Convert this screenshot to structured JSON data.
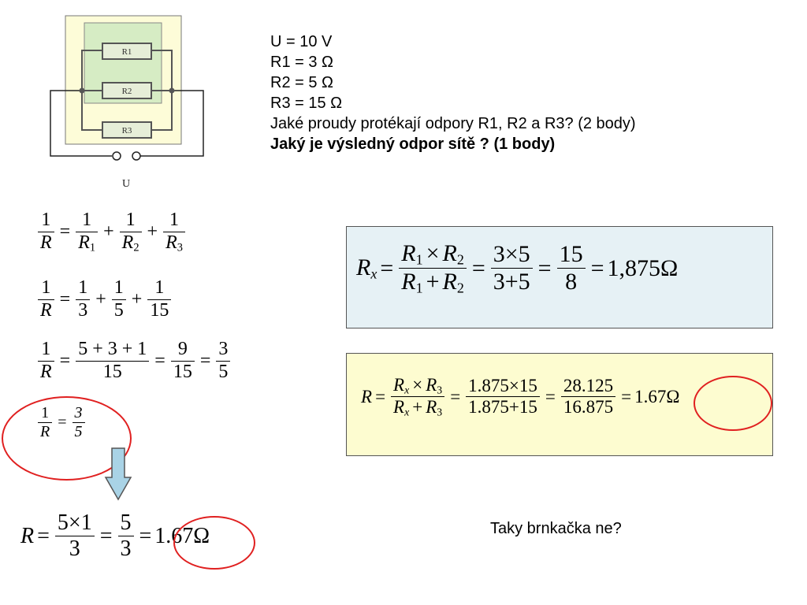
{
  "circuit": {
    "r1_label": "R1",
    "r2_label": "R2",
    "r3_label": "R3",
    "source_label": "U"
  },
  "problem": {
    "lines": [
      "U = 10 V",
      "R1 = 3 Ω",
      "R2 = 5 Ω",
      "R3 = 15 Ω",
      "Jaké proudy protékají odpory R1, R2 a R3? (2 body)"
    ],
    "bold_line": "Jaký je výsledný odpor sítě ? (1 body)"
  },
  "eq1": {
    "one": "1",
    "R": "R",
    "eq": "=",
    "plus": "+",
    "r1": "R",
    "s1": "1",
    "r2": "R",
    "s2": "2",
    "r3": "R",
    "s3": "3"
  },
  "eq2": {
    "one": "1",
    "R": "R",
    "eq": "=",
    "plus": "+",
    "d1": "3",
    "d2": "5",
    "d3": "15"
  },
  "eq3": {
    "one": "1",
    "R": "R",
    "eq": "=",
    "num1": "5 + 3 + 1",
    "den1": "15",
    "num2": "9",
    "den2": "15",
    "num3": "3",
    "den3": "5"
  },
  "eq4": {
    "one": "1",
    "R": "R",
    "eq": "=",
    "num": "3",
    "den": "5"
  },
  "eq5": {
    "R": "R",
    "eq": "=",
    "num1": "5×1",
    "den1": "3",
    "num2": "5",
    "den2": "3",
    "result": "1.67Ω"
  },
  "rx_box": {
    "lhs": "R",
    "lhs_sub": "x",
    "eq": "=",
    "r": "R",
    "s1": "1",
    "s2": "2",
    "times": "×",
    "plus": "+",
    "num2": "3×5",
    "den2": "3+5",
    "num3": "15",
    "den3": "8",
    "result": "1,875Ω",
    "bg": "#e6f1f5"
  },
  "r_box": {
    "lhs": "R",
    "eq": "=",
    "r": "R",
    "sx": "x",
    "s3": "3",
    "times": "×",
    "plus": "+",
    "num2": "1.875×15",
    "den2": "1.875+15",
    "num3": "28.125",
    "den3": "16.875",
    "result": "1.67Ω",
    "bg": "#fdfcd0"
  },
  "comment": "Taky brnkačka ne?",
  "colors": {
    "highlight": "#e02020",
    "arrow": "#a9d3e6",
    "circuit_outer": "#fdfcd8",
    "circuit_inner": "#d6ecc4"
  }
}
